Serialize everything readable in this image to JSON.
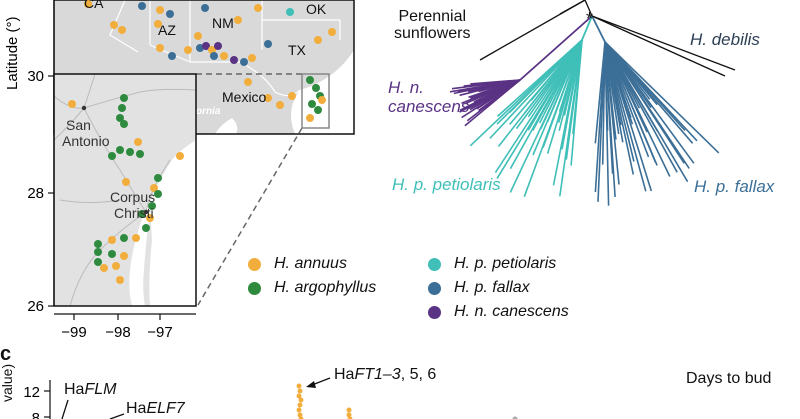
{
  "map": {
    "states": [
      "CA",
      "AZ",
      "NM",
      "OK",
      "TX"
    ],
    "country": "Mexico",
    "baja_fragment": "ornia",
    "cities": [
      "San Antonio",
      "Corpus Christi"
    ],
    "y_axis": {
      "label": "Latitude (°)",
      "ticks": [
        "30",
        "28",
        "26"
      ]
    },
    "x_axis": {
      "ticks": [
        "−99",
        "−98",
        "−97"
      ]
    }
  },
  "tree": {
    "labels": {
      "perennial": "Perennial\nsunflowers",
      "debilis": "H. debilis",
      "canescens": "H. n.\ncanescens",
      "petiolaris": "H. p. petiolaris",
      "fallax": "H. p. fallax",
      "star": "*"
    }
  },
  "legend": {
    "items": [
      {
        "label": "H. annuus",
        "color": "#f2ae3d"
      },
      {
        "label": "H. argophyllus",
        "color": "#2e8b3e"
      },
      {
        "label": "H. p. petiolaris",
        "color": "#3fbfb8"
      },
      {
        "label": "H. p. fallax",
        "color": "#3c6f97"
      },
      {
        "label": "H. n. canescens",
        "color": "#5a3385"
      }
    ]
  },
  "panel_c": {
    "letter": "c",
    "y_axis_fragment": "value)",
    "ticks": [
      "12",
      "8"
    ],
    "annotations": [
      {
        "prefix": "Ha",
        "gene": "FLM"
      },
      {
        "prefix": "Ha",
        "gene": "ELF7"
      },
      {
        "prefix": "Ha",
        "gene": "FT1–3",
        "suffix": ", 5, 6"
      }
    ],
    "trait": "Days to bud"
  },
  "colors": {
    "annuus": "#f2ae3d",
    "argophyllus": "#2e8b3e",
    "petiolaris": "#3fbfb8",
    "fallax": "#3c6f97",
    "canescens": "#5a3385",
    "land": "#dedede",
    "sea": "#ffffff"
  }
}
